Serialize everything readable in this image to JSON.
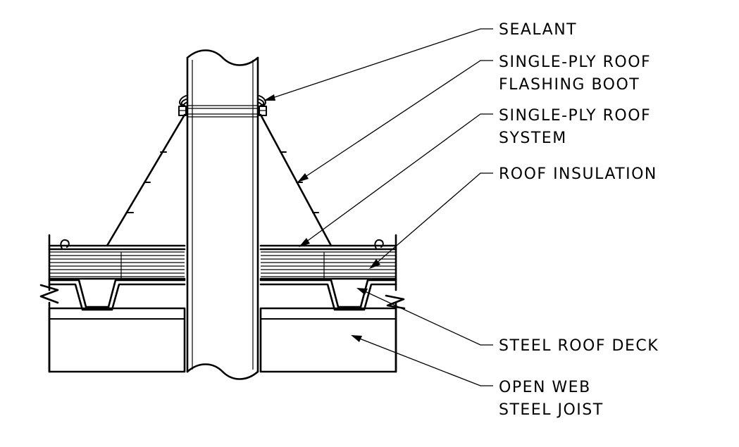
{
  "diagram": {
    "labels": {
      "sealant": "SEALANT",
      "flashing_boot_line1": "SINGLE-PLY ROOF",
      "flashing_boot_line2": "FLASHING BOOT",
      "roof_system_line1": "SINGLE-PLY ROOF",
      "roof_system_line2": "SYSTEM",
      "roof_insulation": "ROOF INSULATION",
      "steel_roof_deck": "STEEL ROOF DECK",
      "joist_line1": "OPEN WEB",
      "joist_line2": "STEEL JOIST"
    },
    "colors": {
      "line": "#000000",
      "background": "#ffffff"
    }
  }
}
